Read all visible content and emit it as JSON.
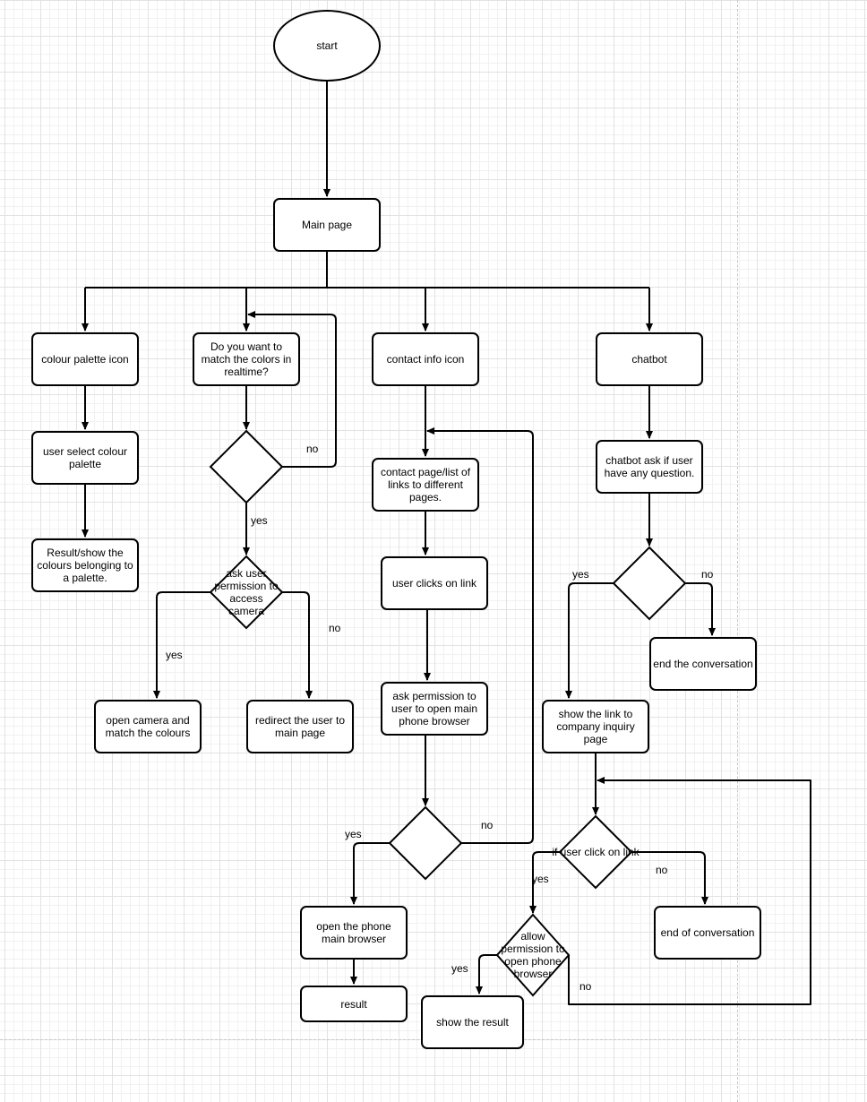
{
  "nodes": {
    "start": "start",
    "main_page": "Main page",
    "colour_palette_icon": "colour palette icon",
    "user_select_palette": "user select  colour palette",
    "result_palette": "Result/show the colours belonging to a palette.",
    "match_realtime": "Do you want to match the colors in realtime?",
    "ask_camera": "ask user permission to access camera",
    "open_camera": "open camera  and match the colours",
    "redirect_main": "redirect the user to main page",
    "contact_info_icon": "contact info icon",
    "contact_page": "contact page/list of links to different pages.",
    "user_clicks_link": "user clicks on link",
    "ask_browser": "ask permission to user to open main phone browser",
    "open_browser": "open the phone main browser",
    "result": "result",
    "chatbot": "chatbot",
    "chatbot_ask": "chatbot ask if user have any question.",
    "end_conversation_1": "end the conversation",
    "show_link": "show the link to company inquiry page",
    "if_click_link": "if user click on link",
    "end_conversation_2": "end of conversation",
    "allow_browser": "allow permission to open phone browser",
    "show_result": "show the result"
  },
  "edge_labels": {
    "realtime_no": "no",
    "realtime_yes": "yes",
    "camera_yes": "yes",
    "camera_no": "no",
    "browser_yes": "yes",
    "browser_no": "no",
    "chat_yes": "yes",
    "chat_no": "no",
    "click_yes": "yes",
    "click_no": "no",
    "allow_yes": "yes",
    "allow_no": "no"
  }
}
